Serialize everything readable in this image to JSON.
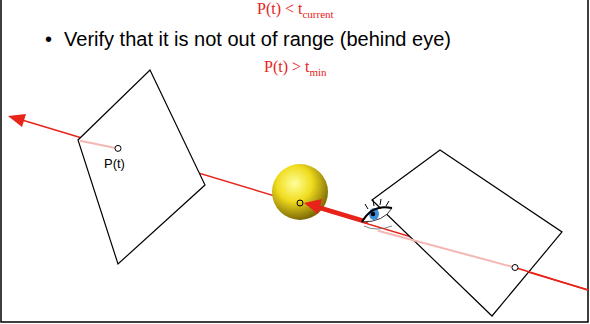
{
  "diagram": {
    "labels": [
      "P(t) < t",
      "current",
      "•",
      "Verify that it is not out of range (behind eye)",
      "P(t) > t",
      "min",
      "P(t)"
    ]
  }
}
